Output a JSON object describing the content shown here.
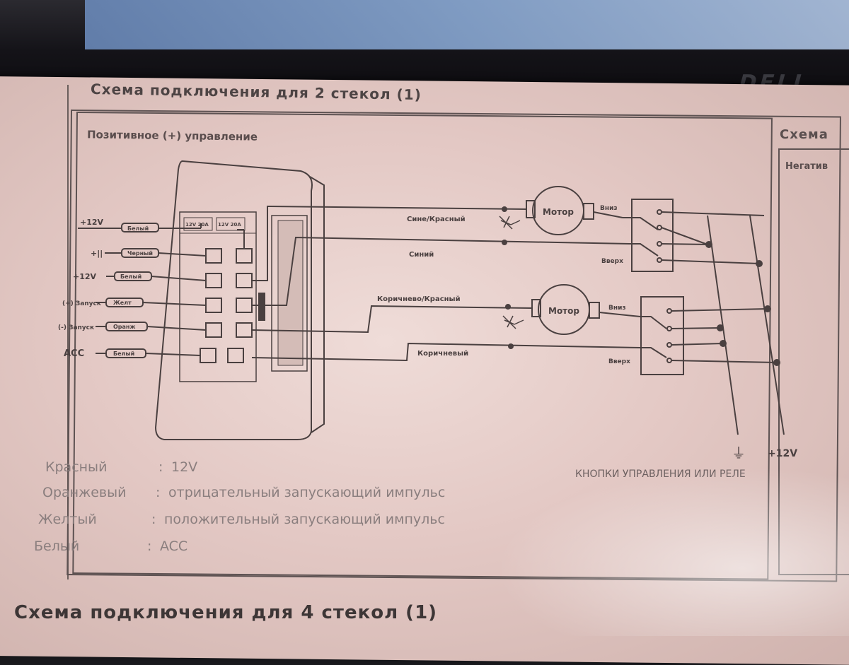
{
  "page": {
    "title_top": "Схема подключения для 2 стекол  (1)",
    "subtitle": "Позитивное (+) управление",
    "title_bottom": "Схема подключения для 4 стекол  (1)",
    "next_title": "Схема",
    "next_subtitle": "Негатив"
  },
  "inputs": [
    {
      "label": "+12V",
      "fuse": "Белый"
    },
    {
      "label": "+||",
      "fuse": "Черный"
    },
    {
      "label": "+12V",
      "fuse": "Белый"
    },
    {
      "label": "(+) Запуск",
      "fuse": "Желт"
    },
    {
      "label": "(-) Запуск",
      "fuse": "Оранж"
    },
    {
      "label": "ACC",
      "fuse": "Белый"
    }
  ],
  "module": {
    "fuse_top_1": "12V 20A",
    "fuse_top_2": "12V 20A"
  },
  "wires": {
    "blue_red": "Сине/Красный",
    "blue": "Синий",
    "brown_red": "Коричнево/Красный",
    "brown": "Коричневый"
  },
  "motors": [
    {
      "label": "Мотор",
      "down": "Вниз",
      "up": "Вверх"
    },
    {
      "label": "Мотор",
      "down": "Вниз",
      "up": "Вверх"
    }
  ],
  "power": {
    "ground": "⏚",
    "plus": "+12V"
  },
  "caption": "КНОПКИ УПРАВЛЕНИЯ ИЛИ РЕЛЕ",
  "legend": [
    {
      "name": "Красный",
      "desc": "12V"
    },
    {
      "name": "Оранжевый",
      "desc": "отрицательный запускающий импульс"
    },
    {
      "name": "Желтый",
      "desc": "положительный запускающий импульс"
    },
    {
      "name": "Белый",
      "desc": "ACC"
    }
  ],
  "brand": "DELL",
  "colors": {
    "ink": "#4a4040",
    "paper": "#e8d2ce"
  }
}
